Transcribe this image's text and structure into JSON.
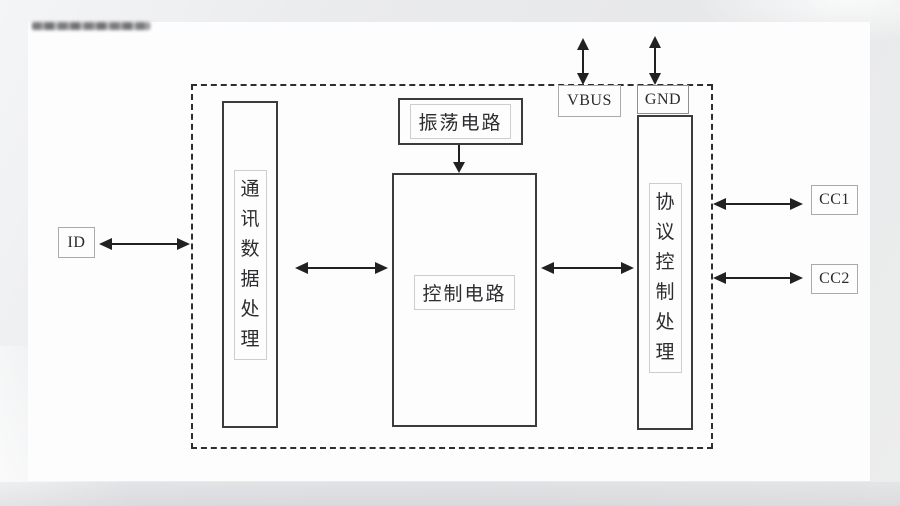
{
  "page": {
    "background_color": "#e9eaec",
    "card_color": "#fdfdfe",
    "line_color": "#212121"
  },
  "diagram": {
    "type": "block-diagram",
    "boundary_style": "dashed",
    "blocks": {
      "comm_block": {
        "label": "通讯数据处理",
        "orientation": "vertical"
      },
      "osc_block": {
        "label": "振荡电路",
        "orientation": "horizontal"
      },
      "control_block": {
        "label": "控制电路",
        "orientation": "horizontal"
      },
      "protocol_block": {
        "label": "协议控制处理",
        "orientation": "vertical"
      }
    },
    "ports": {
      "id": {
        "label": "ID"
      },
      "vbus": {
        "label": "VBUS"
      },
      "gnd": {
        "label": "GND"
      },
      "cc1": {
        "label": "CC1"
      },
      "cc2": {
        "label": "CC2"
      }
    },
    "connections": [
      {
        "from": "ID",
        "to": "comm_block",
        "type": "bidirectional",
        "direction": "horizontal"
      },
      {
        "from": "comm_block",
        "to": "control_block",
        "type": "bidirectional",
        "direction": "horizontal"
      },
      {
        "from": "osc_block",
        "to": "control_block",
        "type": "unidirectional",
        "direction": "down"
      },
      {
        "from": "control_block",
        "to": "protocol_block",
        "type": "bidirectional",
        "direction": "horizontal"
      },
      {
        "from": "VBUS",
        "to": "external-top",
        "type": "bidirectional",
        "direction": "vertical"
      },
      {
        "from": "GND",
        "to": "external-top",
        "type": "bidirectional",
        "direction": "vertical"
      },
      {
        "from": "protocol_block",
        "to": "CC1",
        "type": "bidirectional",
        "direction": "horizontal"
      },
      {
        "from": "protocol_block",
        "to": "CC2",
        "type": "bidirectional",
        "direction": "horizontal"
      }
    ]
  }
}
